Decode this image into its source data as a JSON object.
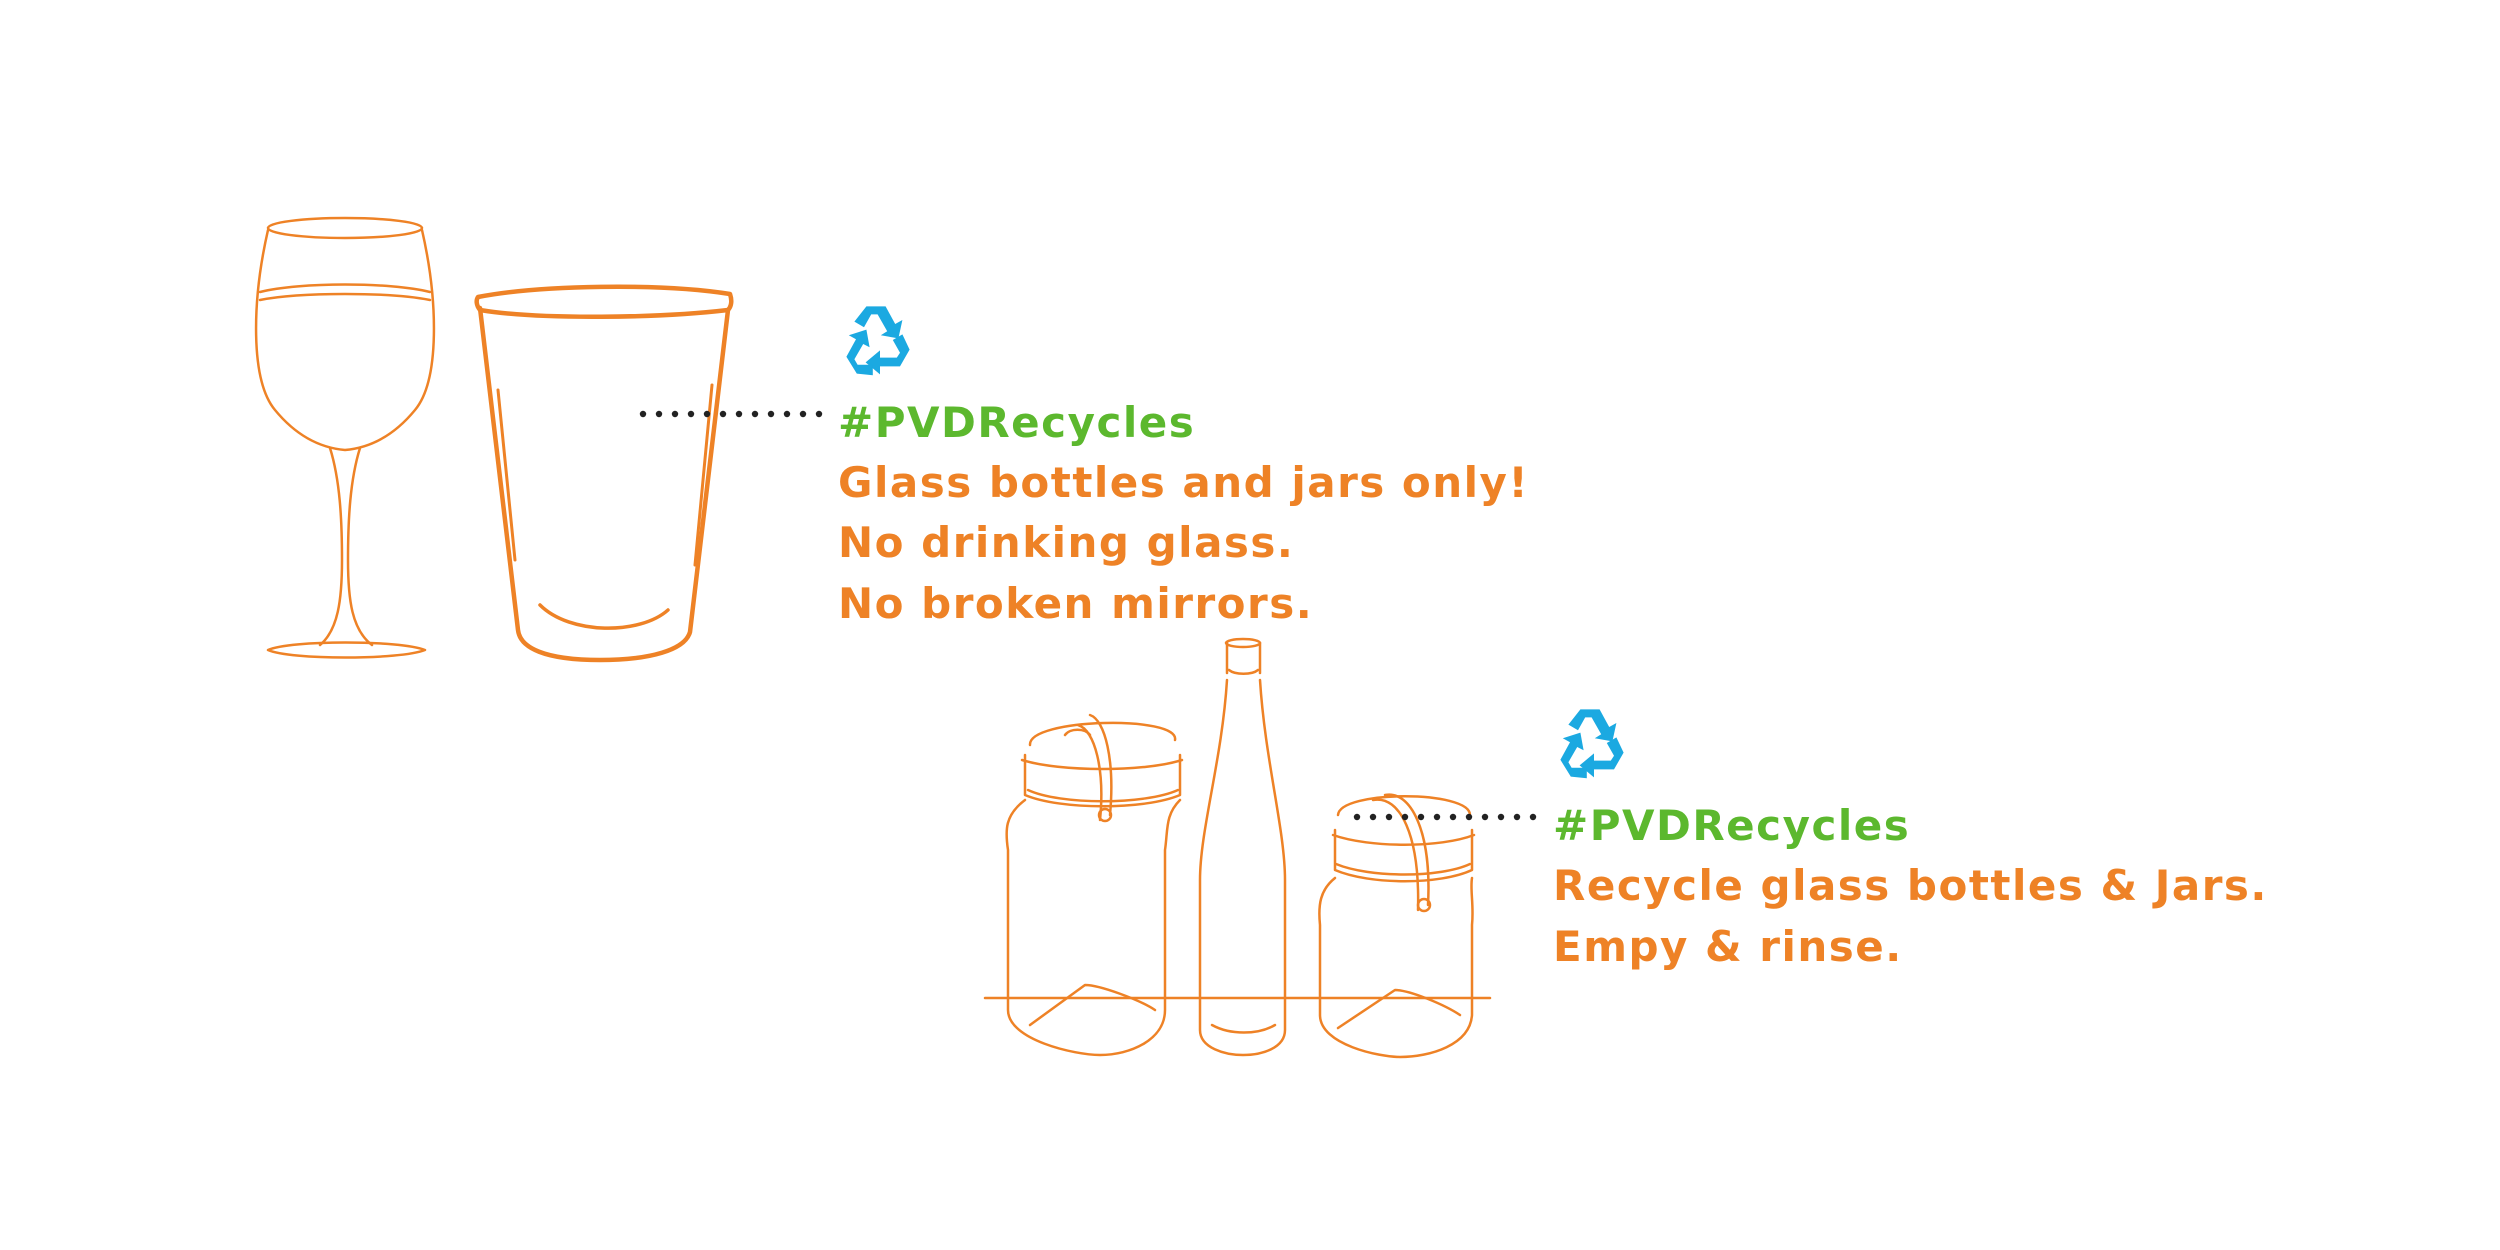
{
  "colors": {
    "outline": "#ee8226",
    "hashtag": "#5cb82e",
    "recycle": "#1ba9e1",
    "leader": "#222222",
    "background": "#ffffff"
  },
  "icons": {
    "recycle": "recycle-icon"
  },
  "callout_top": {
    "hashtag": "#PVDRecycles",
    "lines": [
      "Glass bottles and jars only!",
      "No drinking glass.",
      "No broken mirrors."
    ]
  },
  "callout_bottom": {
    "hashtag": "#PVDRecycles",
    "lines": [
      "Recycle glass bottles & Jars.",
      "Empy & rinse."
    ]
  }
}
